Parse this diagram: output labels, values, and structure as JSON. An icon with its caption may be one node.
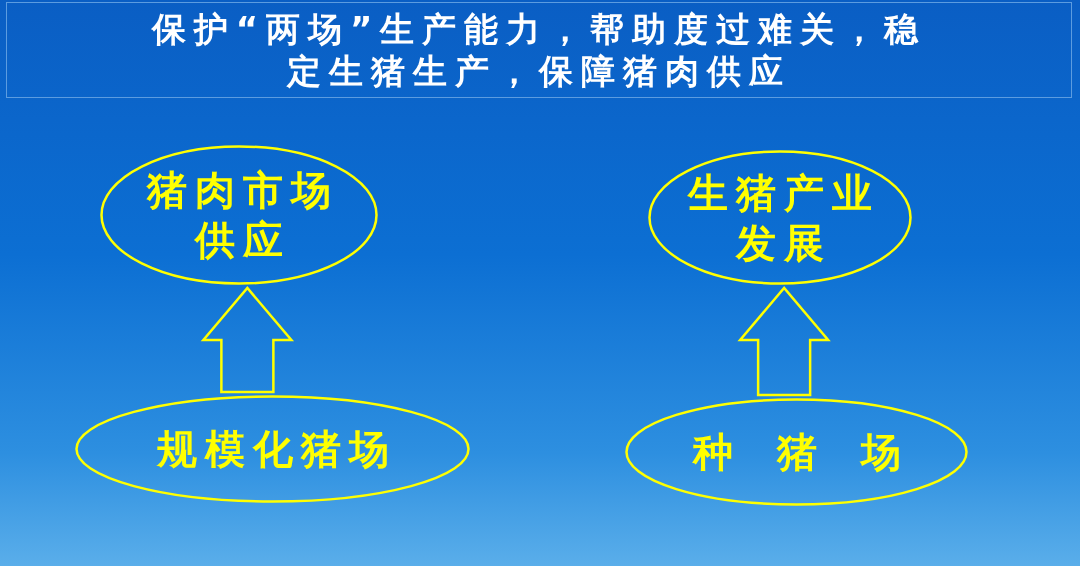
{
  "diagram": {
    "title": "保护“两场”生产能力，帮助度过难关，稳定生猪生产，保障猪肉供应",
    "nodes": [
      {
        "text": [
          "猪肉市场供应"
        ]
      },
      {
        "text": [
          "生猪产业发展"
        ]
      },
      {
        "text": [
          "规模化猪场"
        ]
      },
      {
        "text": [
          "种猪场"
        ]
      }
    ],
    "edges": [
      {
        "from": 2,
        "to": 0,
        "arrow": "to"
      },
      {
        "from": 3,
        "to": 1,
        "arrow": "to"
      }
    ]
  }
}
